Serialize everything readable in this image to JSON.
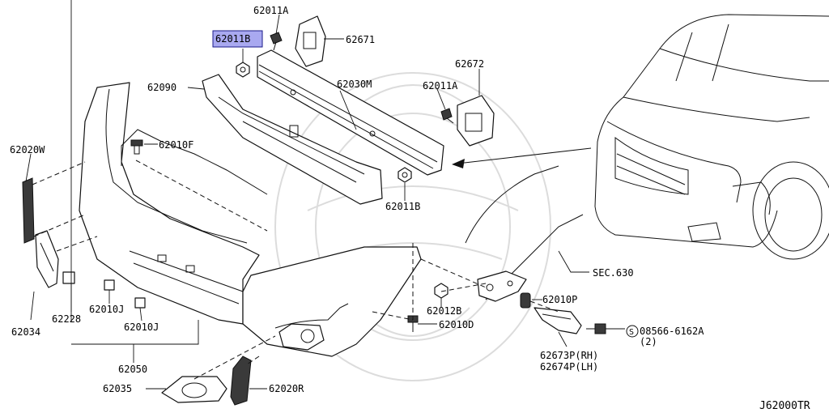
{
  "diagram_code": "J62000TR",
  "labels": {
    "p62011A_top": "62011A",
    "p62011B_highlight": "62011B",
    "p62671": "62671",
    "p62672": "62672",
    "p62030M": "62030M",
    "p62090": "62090",
    "p62011A_right": "62011A",
    "p62011B_bottom": "62011B",
    "p62020W": "62020W",
    "p62010F": "62010F",
    "p62034": "62034",
    "p62228": "62228",
    "p62010J_a": "62010J",
    "p62010J_b": "62010J",
    "p62050": "62050",
    "p62035": "62035",
    "p62020R": "62020R",
    "p62012B": "62012B",
    "p62010D": "62010D",
    "sec630": "SEC.630",
    "p62010P": "62010P",
    "bolt_circle": "S",
    "bolt_part": "08566-6162A",
    "bolt_qty": "(2)",
    "p62673P": "62673P(RH)",
    "p62674P": "62674P(LH)"
  },
  "highlight_color": "#a9a9f0"
}
